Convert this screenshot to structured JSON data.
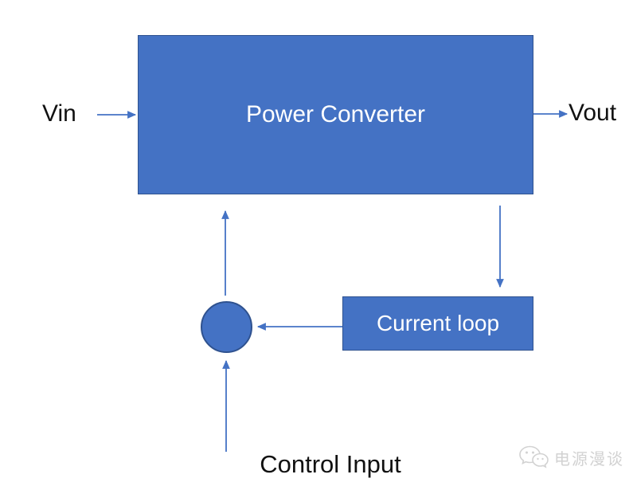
{
  "diagram": {
    "blocks": {
      "power_converter": {
        "label": "Power Converter"
      },
      "current_loop": {
        "label": "Current loop"
      },
      "summing_junction": {
        "shape": "circle"
      }
    },
    "labels": {
      "vin": "Vin",
      "vout": "Vout",
      "control_input": "Control Input"
    },
    "connections": [
      {
        "name": "vin-arrow",
        "from": "Vin",
        "to": "Power Converter",
        "direction": "right"
      },
      {
        "name": "vout-arrow",
        "from": "Power Converter",
        "to": "Vout",
        "direction": "right"
      },
      {
        "name": "feedback-down-arrow",
        "from": "Power Converter",
        "to": "Current loop",
        "direction": "down"
      },
      {
        "name": "current-loop-to-sum-arrow",
        "from": "Current loop",
        "to": "summing-junction",
        "direction": "left"
      },
      {
        "name": "sum-to-converter-arrow",
        "from": "summing-junction",
        "to": "Power Converter",
        "direction": "up"
      },
      {
        "name": "control-input-arrow",
        "from": "Control Input",
        "to": "summing-junction",
        "direction": "up"
      }
    ],
    "colors": {
      "block_fill": "#4472C4",
      "block_border": "#2F528F",
      "arrow": "#4472C4",
      "block_text": "#FFFFFF",
      "label_text": "#111111",
      "watermark": "#D2D2D2",
      "background": "#FFFFFF"
    },
    "watermark": {
      "text": "电源漫谈",
      "icon": "wechat-icon"
    }
  }
}
